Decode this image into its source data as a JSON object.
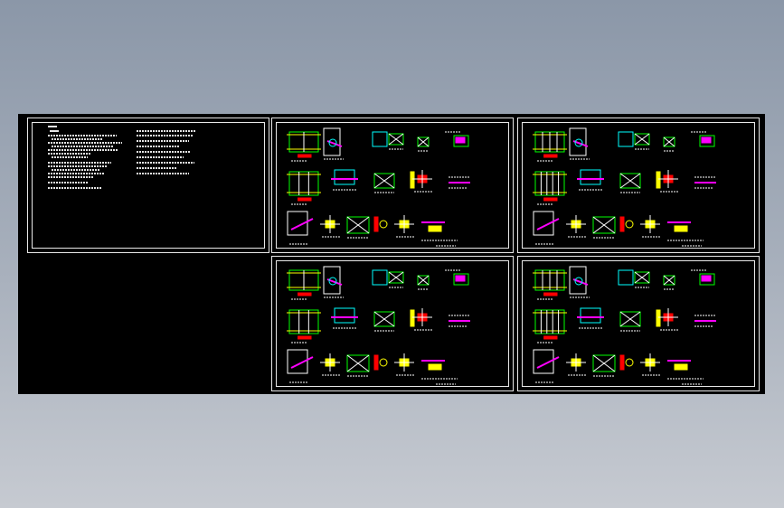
{
  "app": {
    "viewport_background": [
      "#8b97a8",
      "#c6cad1"
    ],
    "model_space_background": "#000000"
  },
  "layout_sheets": [
    {
      "id": "notes-sheet",
      "content": "general-notes"
    },
    {
      "id": "detail-sheet-1",
      "content": "structural-details"
    },
    {
      "id": "detail-sheet-2",
      "content": "structural-details"
    },
    {
      "id": "detail-sheet-3",
      "content": "structural-details"
    },
    {
      "id": "detail-sheet-4",
      "content": "structural-details"
    }
  ],
  "colors": {
    "frame": "#e8e8e8",
    "yellow": "#ffff00",
    "green": "#00ff00",
    "cyan": "#00ffff",
    "red": "#ff0000",
    "magenta": "#ff00ff",
    "white": "#ffffff"
  }
}
